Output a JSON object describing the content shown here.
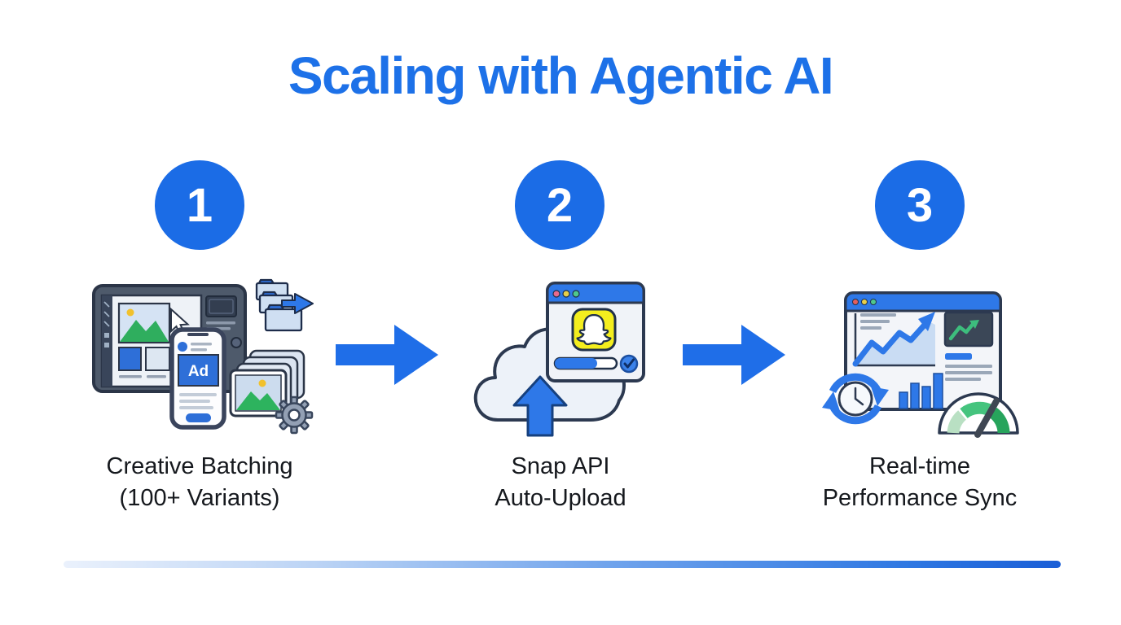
{
  "title": "Scaling with Agentic AI",
  "steps": [
    {
      "number": "1",
      "label_line1": "Creative Batching",
      "label_line2": "(100+ Variants)",
      "illustration": "creative-batching",
      "icon_names": [
        "tablet-design-editor-icon",
        "cursor-icon",
        "ad-phone-icon",
        "folder-transfer-icon",
        "photo-stack-icon",
        "gear-icon"
      ]
    },
    {
      "number": "2",
      "label_line1": "Snap API",
      "label_line2": "Auto-Upload",
      "illustration": "snap-api-auto-upload",
      "icon_names": [
        "cloud-icon",
        "upload-arrow-icon",
        "browser-window-icon",
        "snapchat-ghost-icon",
        "progress-bar",
        "check-circle-icon"
      ]
    },
    {
      "number": "3",
      "label_line1": "Real-time",
      "label_line2": "Performance Sync",
      "illustration": "realtime-performance-sync",
      "icon_names": [
        "analytics-window-icon",
        "growth-arrow-icon",
        "bar-chart-icon",
        "sync-clock-icon",
        "speedometer-icon"
      ]
    }
  ],
  "illustration_text": {
    "ad_badge": "Ad"
  },
  "connector": {
    "icon": "flow-arrow-icon",
    "count": 2
  },
  "colors": {
    "title-blue": "#1d71e8",
    "accent-blue": "#1b6ce6",
    "text-dark": "#15181d",
    "snap-yellow": "#f4ee1e",
    "success-green": "#2fae5e",
    "divider-start": "#eaf1fc",
    "divider-end": "#1a5ed6"
  }
}
